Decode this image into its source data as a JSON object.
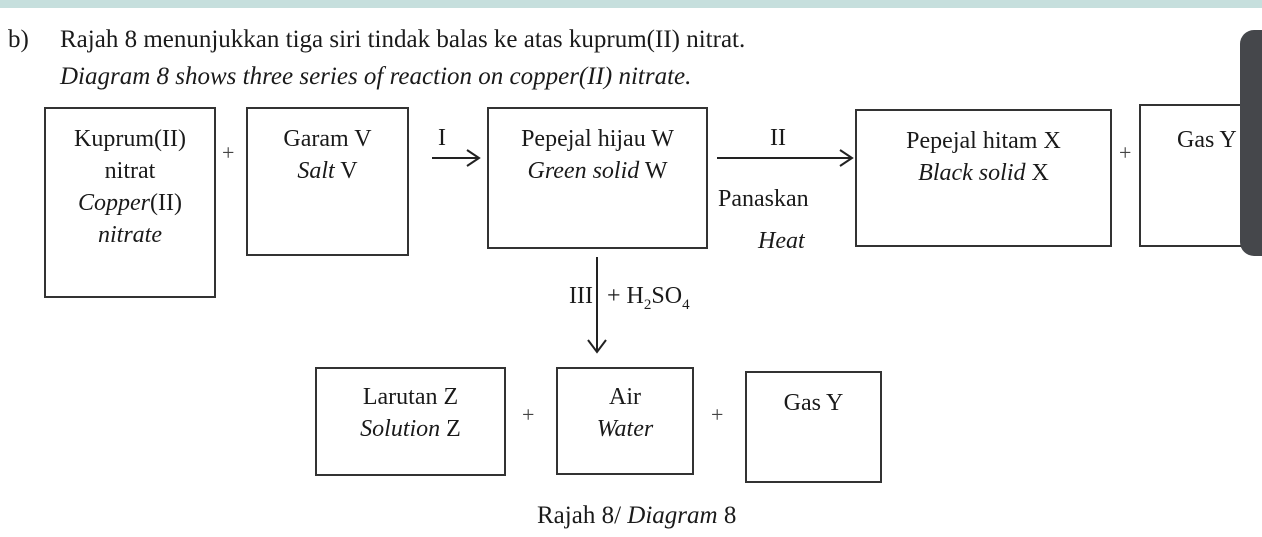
{
  "question": {
    "label": "b)",
    "text_ms": "Rajah 8 menunjukkan tiga siri tindak balas ke atas kuprum(II) nitrat.",
    "text_en": "Diagram 8 shows three series of reaction on copper(II) nitrate."
  },
  "diagram": {
    "box1": {
      "l1": "Kuprum(II)",
      "l2": "nitrat",
      "l3a": "Copper",
      "l3b": "(II)",
      "l4": "nitrate"
    },
    "box2": {
      "l1": "Garam V",
      "l2a": "Salt",
      "l2b": " V"
    },
    "box3": {
      "l1": "Pepejal hijau W",
      "l2a": "Green solid",
      "l2b": " W"
    },
    "box4": {
      "l1": "Pepejal hitam X",
      "l2a": "Black solid",
      "l2b": " X"
    },
    "box5": {
      "l1": "Gas Y"
    },
    "box6": {
      "l1": "Larutan Z",
      "l2a": "Solution",
      "l2b": " Z"
    },
    "box7": {
      "l1": "Air",
      "l2": "Water"
    },
    "box8": {
      "l1": "Gas Y"
    },
    "plus": "+",
    "step1": "I",
    "step2": "II",
    "step2_cond_ms": "Panaskan",
    "step2_cond_en": "Heat",
    "step3": "III",
    "step3_reagent": "+ H",
    "step3_sub2": "2",
    "step3_mid": "SO",
    "step3_sub4": "4"
  },
  "caption": {
    "ms": "Rajah 8/ ",
    "en": "Diagram",
    "num": " 8"
  }
}
